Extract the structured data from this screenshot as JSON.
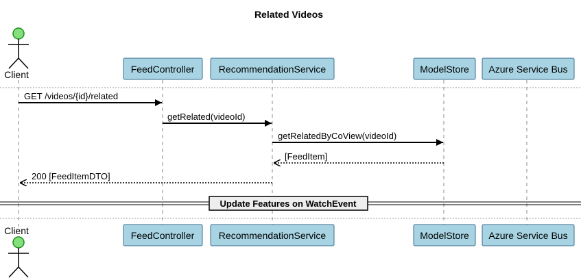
{
  "diagram": {
    "title": "Related Videos",
    "participants": [
      {
        "id": "client",
        "label": "Client",
        "kind": "actor"
      },
      {
        "id": "feed",
        "label": "FeedController",
        "kind": "participant"
      },
      {
        "id": "rec",
        "label": "RecommendationService",
        "kind": "participant"
      },
      {
        "id": "model",
        "label": "ModelStore",
        "kind": "participant"
      },
      {
        "id": "bus",
        "label": "Azure Service Bus",
        "kind": "participant"
      }
    ],
    "messages": [
      {
        "from": "client",
        "to": "feed",
        "label": "GET  /videos/{id}/related",
        "style": "sync"
      },
      {
        "from": "feed",
        "to": "rec",
        "label": "getRelated(videoId)",
        "style": "sync"
      },
      {
        "from": "rec",
        "to": "model",
        "label": "getRelatedByCoView(videoId)",
        "style": "sync"
      },
      {
        "from": "model",
        "to": "rec",
        "label": "[FeedItem]",
        "style": "return"
      },
      {
        "from": "rec",
        "to": "client",
        "label": "200  [FeedItemDTO]",
        "style": "return"
      }
    ],
    "divider": "Update Features on WatchEvent",
    "colors": {
      "participant_fill": "#a7d3e2",
      "participant_border": "#3d6d8c",
      "actor_fill": "#84e07a",
      "actor_border": "#1e8a1e"
    }
  }
}
